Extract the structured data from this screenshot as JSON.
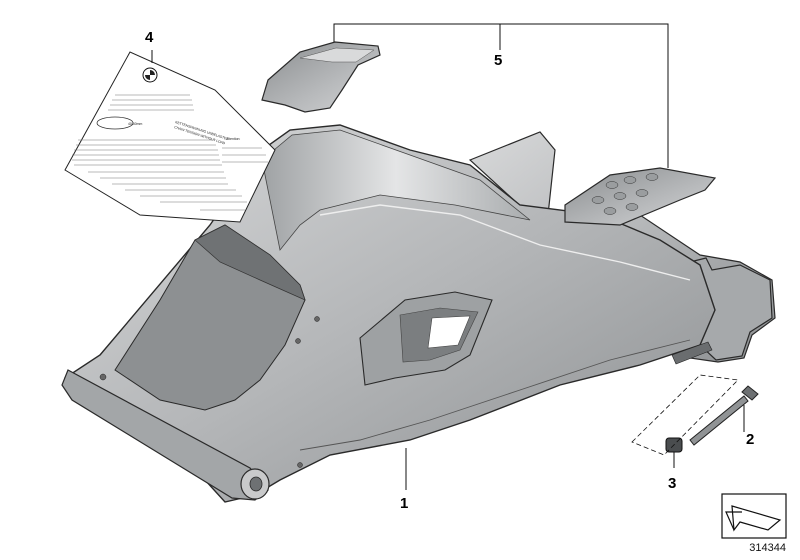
{
  "diagram": {
    "callouts": [
      {
        "id": "1",
        "label": "1"
      },
      {
        "id": "2",
        "label": "2"
      },
      {
        "id": "3",
        "label": "3"
      },
      {
        "id": "4",
        "label": "4"
      },
      {
        "id": "5",
        "label": "5"
      }
    ],
    "document_number": "314344",
    "colors": {
      "part_fill": "#b7b9bb",
      "part_dark": "#8f9294",
      "part_light": "#dfe0e1",
      "outline": "#2a2a2a"
    },
    "icons": [
      "part-orientation-arrow-icon",
      "bmw-logo-icon"
    ],
    "label_sticker": {
      "header_lines": [
        "KETTENSPANNUNG UNBELASTET",
        "CHAIN TENSION WITHOUT LOAD"
      ],
      "middle_text": "40-50mm",
      "right_label": "Attention:"
    }
  }
}
